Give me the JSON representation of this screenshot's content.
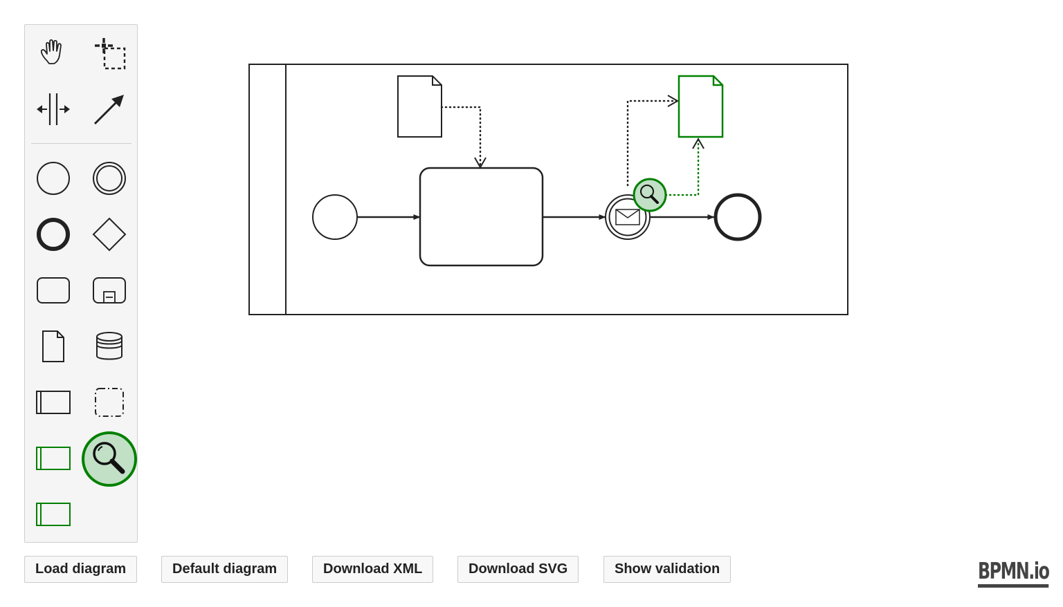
{
  "palette": {
    "tools": [
      {
        "name": "hand-tool",
        "icon": "hand-icon"
      },
      {
        "name": "lasso-tool",
        "icon": "lasso-icon"
      },
      {
        "name": "space-tool",
        "icon": "space-icon"
      },
      {
        "name": "global-connect-tool",
        "icon": "connect-arrow-icon"
      },
      {
        "name": "create-start-event",
        "icon": "start-event-icon"
      },
      {
        "name": "create-intermediate-event",
        "icon": "intermediate-event-icon"
      },
      {
        "name": "create-end-event",
        "icon": "end-event-icon"
      },
      {
        "name": "create-gateway",
        "icon": "gateway-icon"
      },
      {
        "name": "create-task",
        "icon": "task-icon"
      },
      {
        "name": "create-subprocess",
        "icon": "subprocess-icon"
      },
      {
        "name": "create-data-object",
        "icon": "data-object-icon"
      },
      {
        "name": "create-data-store",
        "icon": "data-store-icon"
      },
      {
        "name": "create-pool",
        "icon": "pool-icon"
      },
      {
        "name": "create-group",
        "icon": "group-icon"
      },
      {
        "name": "create-custom-pool",
        "icon": "green-pool-icon"
      },
      {
        "name": "create-validation-event",
        "icon": "magnifier-icon"
      },
      {
        "name": "create-custom-pool-2",
        "icon": "green-pool-icon"
      }
    ],
    "accent": "#008000",
    "accent_fill": "#c2e0c6"
  },
  "buttons": {
    "load": "Load diagram",
    "default": "Default diagram",
    "xml": "Download XML",
    "svg": "Download SVG",
    "validation": "Show validation"
  },
  "logo": "BPMN.io",
  "colors": {
    "stroke": "#222222",
    "highlight": "#008000",
    "highlight_fill": "#c2e0c6"
  }
}
